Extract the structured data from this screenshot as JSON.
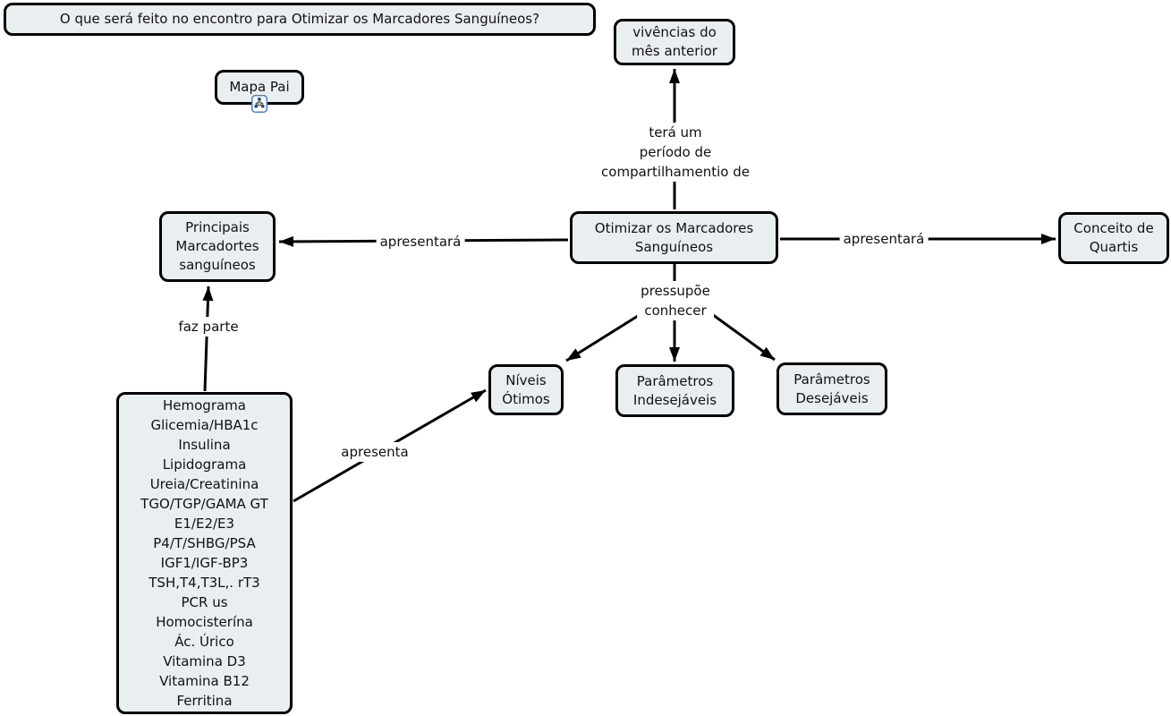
{
  "colors": {
    "node_fill": "#e9eff1",
    "node_border": "#000000",
    "line": "#000000",
    "background": "#ffffff",
    "icon_border": "#4d7fd0",
    "icon_accent": "#e8c93e"
  },
  "question": {
    "label": "O que será feito no encontro para Otimizar os Marcadores Sanguíneos?"
  },
  "nodes": {
    "mapa_pai": {
      "label": "Mapa Pai",
      "icon": "submap-icon"
    },
    "vivencias": {
      "lines": [
        "vivências do",
        "mês anterior"
      ]
    },
    "otimizar": {
      "lines": [
        "Otimizar os Marcadores",
        "Sanguíneos"
      ]
    },
    "principais": {
      "lines": [
        "Principais",
        "Marcadortes",
        "sanguíneos"
      ]
    },
    "conceito": {
      "lines": [
        "Conceito de",
        "Quartis"
      ]
    },
    "niveis": {
      "lines": [
        "Níveis",
        "Ótimos"
      ]
    },
    "indesejaveis": {
      "lines": [
        "Parâmetros",
        "Indesejáveis"
      ]
    },
    "desejaveis": {
      "lines": [
        "Parâmetros",
        "Desejáveis"
      ]
    },
    "marcadores": {
      "lines": [
        "Hemograma",
        "Glicemia/HBA1c",
        "Insulina",
        "Lipidograma",
        "Ureia/Creatinina",
        "TGO/TGP/GAMA GT",
        "E1/E2/E3",
        "P4/T/SHBG/PSA",
        "IGF1/IGF-BP3",
        "TSH,T4,T3L,. rT3",
        "PCR us",
        "Homocisterína",
        "Ác. Úrico",
        "Vitamina D3",
        "Vitamina B12",
        "Ferritina"
      ]
    }
  },
  "edges": {
    "tera_um": {
      "lines": [
        "terá um",
        "período de",
        "compartilhamentio de"
      ]
    },
    "apresentara_left": {
      "label": "apresentará"
    },
    "apresentara_right": {
      "label": "apresentará"
    },
    "pressupoe": {
      "lines": [
        "pressupõe",
        "conhecer"
      ]
    },
    "faz_parte": {
      "label": "faz parte"
    },
    "apresenta": {
      "label": "apresenta"
    }
  }
}
